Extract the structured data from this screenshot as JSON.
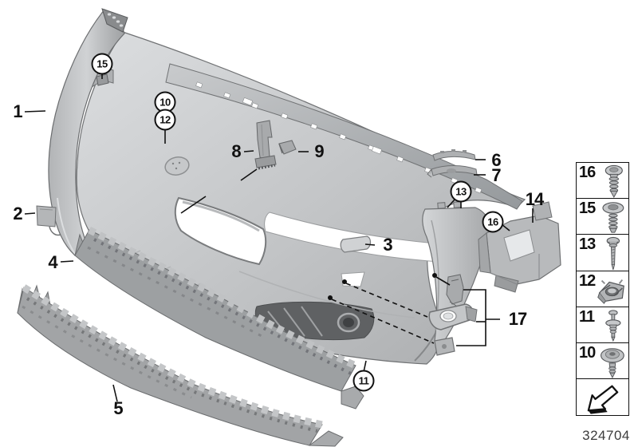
{
  "illustration": {
    "callouts": {
      "c1": "1",
      "c2": "2",
      "c3": "3",
      "c4": "4",
      "c5": "5",
      "c6": "6",
      "c7": "7",
      "c8": "8",
      "c9": "9",
      "c10": "10",
      "c11": "11",
      "c12": "12",
      "c13": "13",
      "c14": "14",
      "c15": "15",
      "c16": "16",
      "c17": "17"
    },
    "colors": {
      "part_fill": "#c6c8ca",
      "part_shadow": "#9a9c9e",
      "outline": "#6f7173",
      "callout": "#111111",
      "background": "#ffffff"
    }
  },
  "legend": {
    "items": [
      {
        "label": "16",
        "icon": "pan-head-screw-icon"
      },
      {
        "label": "15",
        "icon": "flat-washer-screw-icon"
      },
      {
        "label": "13",
        "icon": "hex-head-screw-icon"
      },
      {
        "label": "12",
        "icon": "cage-nut-icon"
      },
      {
        "label": "11",
        "icon": "expansion-rivet-icon"
      },
      {
        "label": "10",
        "icon": "washer-head-screw-icon"
      },
      {
        "label": "",
        "icon": "direction-of-travel-arrow-icon"
      }
    ]
  },
  "footer": {
    "part_number": "324704"
  }
}
